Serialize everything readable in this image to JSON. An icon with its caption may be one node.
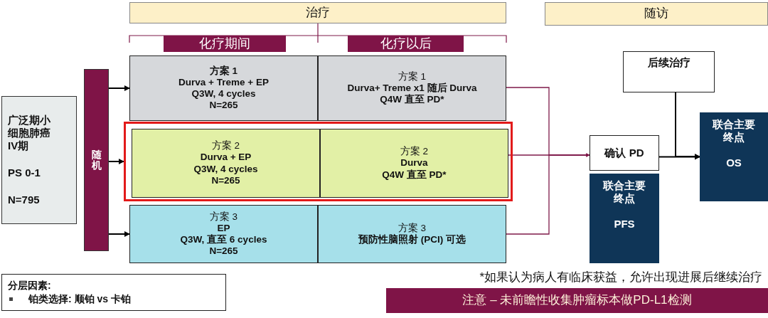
{
  "diagram": {
    "nodes": [
      {
        "text": [
          "治疗"
        ]
      },
      {
        "text": [
          "随访"
        ]
      },
      {
        "text": [
          "化疗期间"
        ]
      },
      {
        "text": [
          "化疗以后"
        ]
      },
      {
        "text": [
          "广泛期小细胞肺癌IV期",
          "PS 0-1",
          "N=795"
        ]
      },
      {
        "text": [
          "随机"
        ]
      },
      {
        "text": [
          "方案 1",
          "Durva + Treme + EP",
          "Q3W, 4 cycles",
          "N=265"
        ]
      },
      {
        "text": [
          "方案 1",
          "Durva+ Treme x1  随后 Durva",
          "Q4W 直至 PD*"
        ]
      },
      {
        "text": [],
        "shape": "box"
      },
      {
        "text": [
          "方案 2",
          "Durva  + EP",
          "Q3W, 4 cycles",
          "N=265"
        ],
        "in": 8
      },
      {
        "text": [
          "方案 2",
          "Durva",
          "Q4W 直至 PD*"
        ],
        "in": 8
      },
      {
        "text": [
          "方案 3",
          "EP",
          "Q3W, 直至 6 cycles",
          "N=265"
        ]
      },
      {
        "text": [
          "方案 3",
          "预防性脑照射 (PCI) 可选"
        ]
      },
      {
        "text": [
          "后续治疗"
        ]
      },
      {
        "text": [
          "确认 PD"
        ]
      },
      {
        "text": [
          "联合主要终点",
          "PFS"
        ]
      },
      {
        "text": [
          "联合主要终点",
          "OS"
        ]
      },
      {
        "text": [
          "分层因素:",
          "铂类选择: 顺铂 vs 卡铂"
        ]
      },
      {
        "text": [
          "注意 – 未前瞻性收集肿瘤标本做PD-L1检测"
        ]
      }
    ],
    "edges": [
      {
        "from": 5,
        "to": 6,
        "arrow": "to"
      },
      {
        "from": 5,
        "to": 8,
        "arrow": "to"
      },
      {
        "from": 5,
        "to": 11,
        "arrow": "to"
      },
      {
        "from": 7,
        "to": 14,
        "arrow": "to",
        "color": "#7f1a4a"
      },
      {
        "from": 10,
        "to": 14,
        "arrow": "to",
        "color": "#7f1a4a"
      },
      {
        "from": 12,
        "to": 14,
        "arrow": "to",
        "color": "#7f1a4a"
      },
      {
        "from": 13,
        "to": 16,
        "arrow": "to"
      },
      {
        "from": 14,
        "to": 16,
        "arrow": "to"
      }
    ],
    "labels": [
      "*如果认为病人有临床获益，允许出现进展后继续治疗"
    ]
  }
}
